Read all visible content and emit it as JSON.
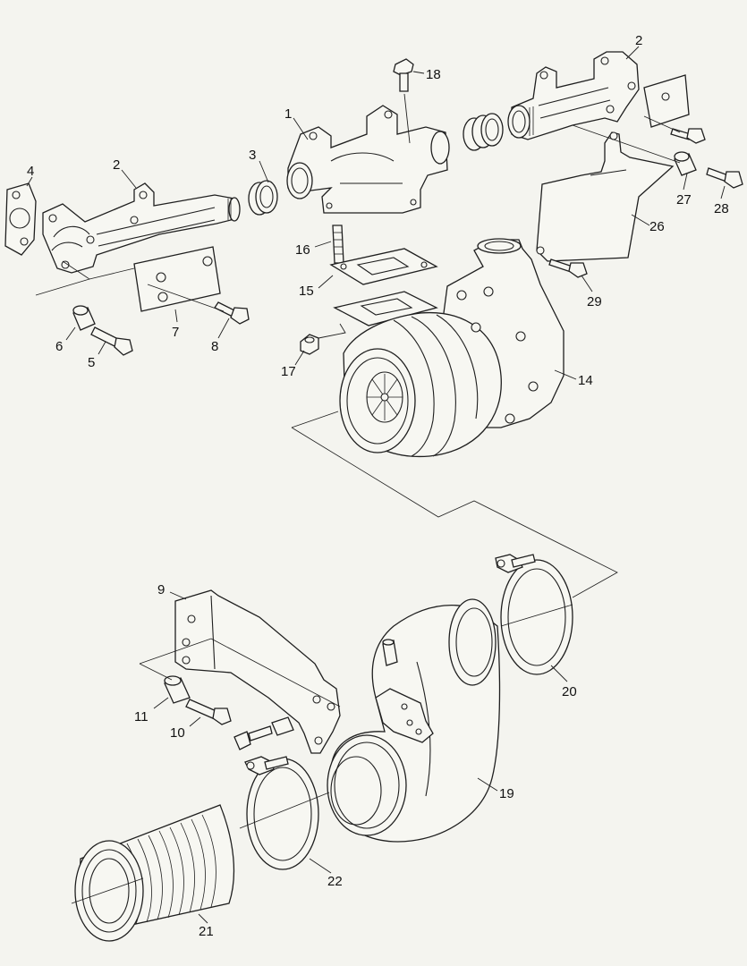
{
  "callouts": [
    {
      "id": "c1",
      "label": "1"
    },
    {
      "id": "c2a",
      "label": "2"
    },
    {
      "id": "c2b",
      "label": "2"
    },
    {
      "id": "c3",
      "label": "3"
    },
    {
      "id": "c4",
      "label": "4"
    },
    {
      "id": "c5",
      "label": "5"
    },
    {
      "id": "c6",
      "label": "6"
    },
    {
      "id": "c7",
      "label": "7"
    },
    {
      "id": "c8",
      "label": "8"
    },
    {
      "id": "c9",
      "label": "9"
    },
    {
      "id": "c10",
      "label": "10"
    },
    {
      "id": "c11",
      "label": "11"
    },
    {
      "id": "c14",
      "label": "14"
    },
    {
      "id": "c15",
      "label": "15"
    },
    {
      "id": "c16",
      "label": "16"
    },
    {
      "id": "c17",
      "label": "17"
    },
    {
      "id": "c18",
      "label": "18"
    },
    {
      "id": "c19",
      "label": "19"
    },
    {
      "id": "c20",
      "label": "20"
    },
    {
      "id": "c21",
      "label": "21"
    },
    {
      "id": "c22",
      "label": "22"
    },
    {
      "id": "c26",
      "label": "26"
    },
    {
      "id": "c27",
      "label": "27"
    },
    {
      "id": "c28",
      "label": "28"
    },
    {
      "id": "c29",
      "label": "29"
    }
  ]
}
